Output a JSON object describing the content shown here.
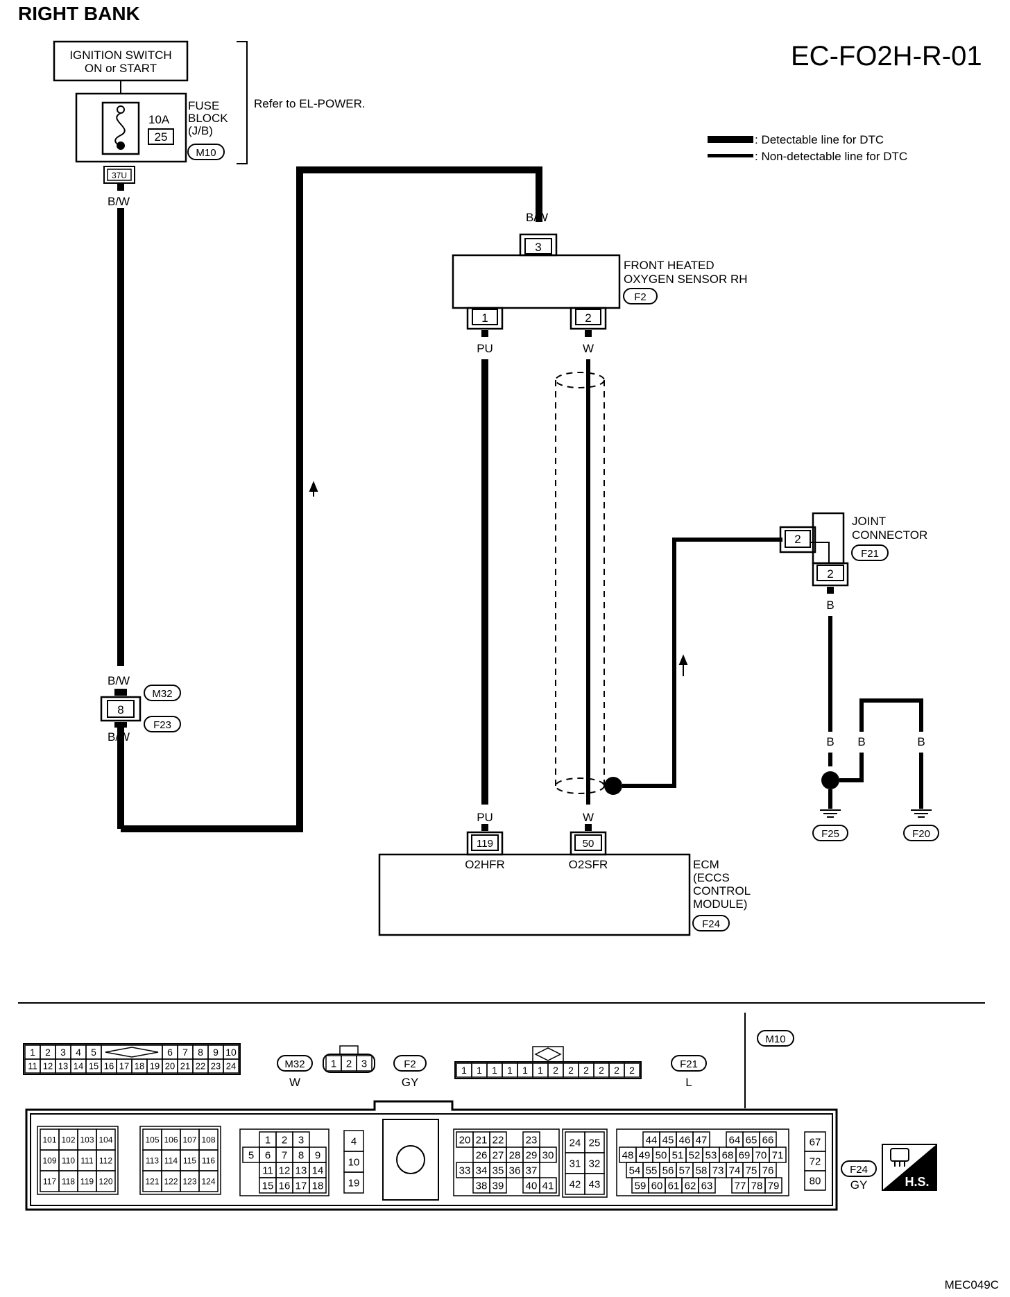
{
  "page_title": "RIGHT BANK",
  "diagram_code": "EC-FO2H-R-01",
  "image_id": "MEC049C",
  "legend": {
    "detectable": ": Detectable line for DTC",
    "non_detectable": ": Non-detectable line for DTC"
  },
  "ignition": {
    "line1": "IGNITION SWITCH",
    "line2": "ON or START"
  },
  "fuse": {
    "label1": "FUSE",
    "label2": "BLOCK",
    "label3": "(J/B)",
    "rating": "10A",
    "number": "25",
    "connector": "M10",
    "terminal": "37U",
    "refer": "Refer to EL-POWER."
  },
  "wires": {
    "bw": "B/W",
    "pu": "PU",
    "w": "W",
    "b": "B"
  },
  "ho2s": {
    "line1": "FRONT HEATED",
    "line2": "OXYGEN SENSOR RH",
    "connector": "F2",
    "pin_top": "3",
    "pin_left": "1",
    "pin_right": "2"
  },
  "harness": {
    "conn_top": "M32",
    "conn_bottom": "F23",
    "pin": "8"
  },
  "joint": {
    "line1": "JOINT",
    "line2": "CONNECTOR",
    "connector": "F21",
    "pin_side": "2",
    "pin_bottom": "2"
  },
  "grounds": [
    "F25",
    "F20"
  ],
  "ecm": {
    "line1": "ECM",
    "line2": "(ECCS",
    "line3": "CONTROL",
    "line4": "MODULE)",
    "connector": "F24",
    "pin1": "119",
    "pin1_name": "O2HFR",
    "pin2": "50",
    "pin2_name": "O2SFR"
  },
  "faces": {
    "m32": {
      "row1": [
        "1",
        "2",
        "3",
        "4",
        "5",
        "",
        "6",
        "7",
        "8",
        "9",
        "10"
      ],
      "row2": [
        "11",
        "12",
        "13",
        "14",
        "15",
        "16",
        "17",
        "18",
        "19",
        "20",
        "21",
        "22",
        "23",
        "24"
      ],
      "label": "M32",
      "color": "W"
    },
    "f2": {
      "pins": [
        "1",
        "2",
        "3"
      ],
      "label": "F2",
      "color": "GY"
    },
    "f21": {
      "pins": [
        "1",
        "1",
        "1",
        "1",
        "1",
        "1",
        "2",
        "2",
        "2",
        "2",
        "2",
        "2"
      ],
      "label": "F21",
      "color": "L"
    },
    "m10": {
      "label": "M10"
    },
    "f24": {
      "label": "F24",
      "color": "GY",
      "hs": "H.S.",
      "g1": [
        [
          "101",
          "102",
          "103",
          "104"
        ],
        [
          "109",
          "110",
          "111",
          "112"
        ],
        [
          "117",
          "118",
          "119",
          "120"
        ]
      ],
      "g2": [
        [
          "105",
          "106",
          "107",
          "108"
        ],
        [
          "113",
          "114",
          "115",
          "116"
        ],
        [
          "121",
          "122",
          "123",
          "124"
        ]
      ],
      "g3": [
        [
          "",
          "1",
          "2",
          "3",
          ""
        ],
        [
          "5",
          "6",
          "7",
          "8",
          "9"
        ],
        [
          "",
          "11",
          "12",
          "13",
          "14"
        ],
        [
          "",
          "15",
          "16",
          "17",
          "18"
        ]
      ],
      "g4": [
        "4",
        "10",
        "19"
      ],
      "g5": [
        [
          "20",
          "21",
          "22",
          "",
          "23"
        ],
        [
          "",
          "26",
          "27",
          "28",
          "29",
          "30"
        ],
        [
          "33",
          "34",
          "35",
          "36",
          "37"
        ],
        [
          "",
          "38",
          "39",
          "",
          "40",
          "41"
        ]
      ],
      "g6": [
        [
          "24",
          "25"
        ],
        [
          "31",
          "32"
        ],
        [
          "42",
          "43"
        ]
      ],
      "g7": [
        [
          "44",
          "45",
          "46",
          "47",
          "",
          "64",
          "65",
          "66"
        ],
        [
          "48",
          "49",
          "50",
          "51",
          "52",
          "53",
          "68",
          "69",
          "70",
          "71"
        ],
        [
          "54",
          "55",
          "56",
          "57",
          "58",
          "73",
          "74",
          "75",
          "76"
        ],
        [
          "59",
          "60",
          "61",
          "62",
          "63",
          "",
          "77",
          "78",
          "79"
        ]
      ],
      "g8": [
        "67",
        "72",
        "80"
      ]
    }
  }
}
